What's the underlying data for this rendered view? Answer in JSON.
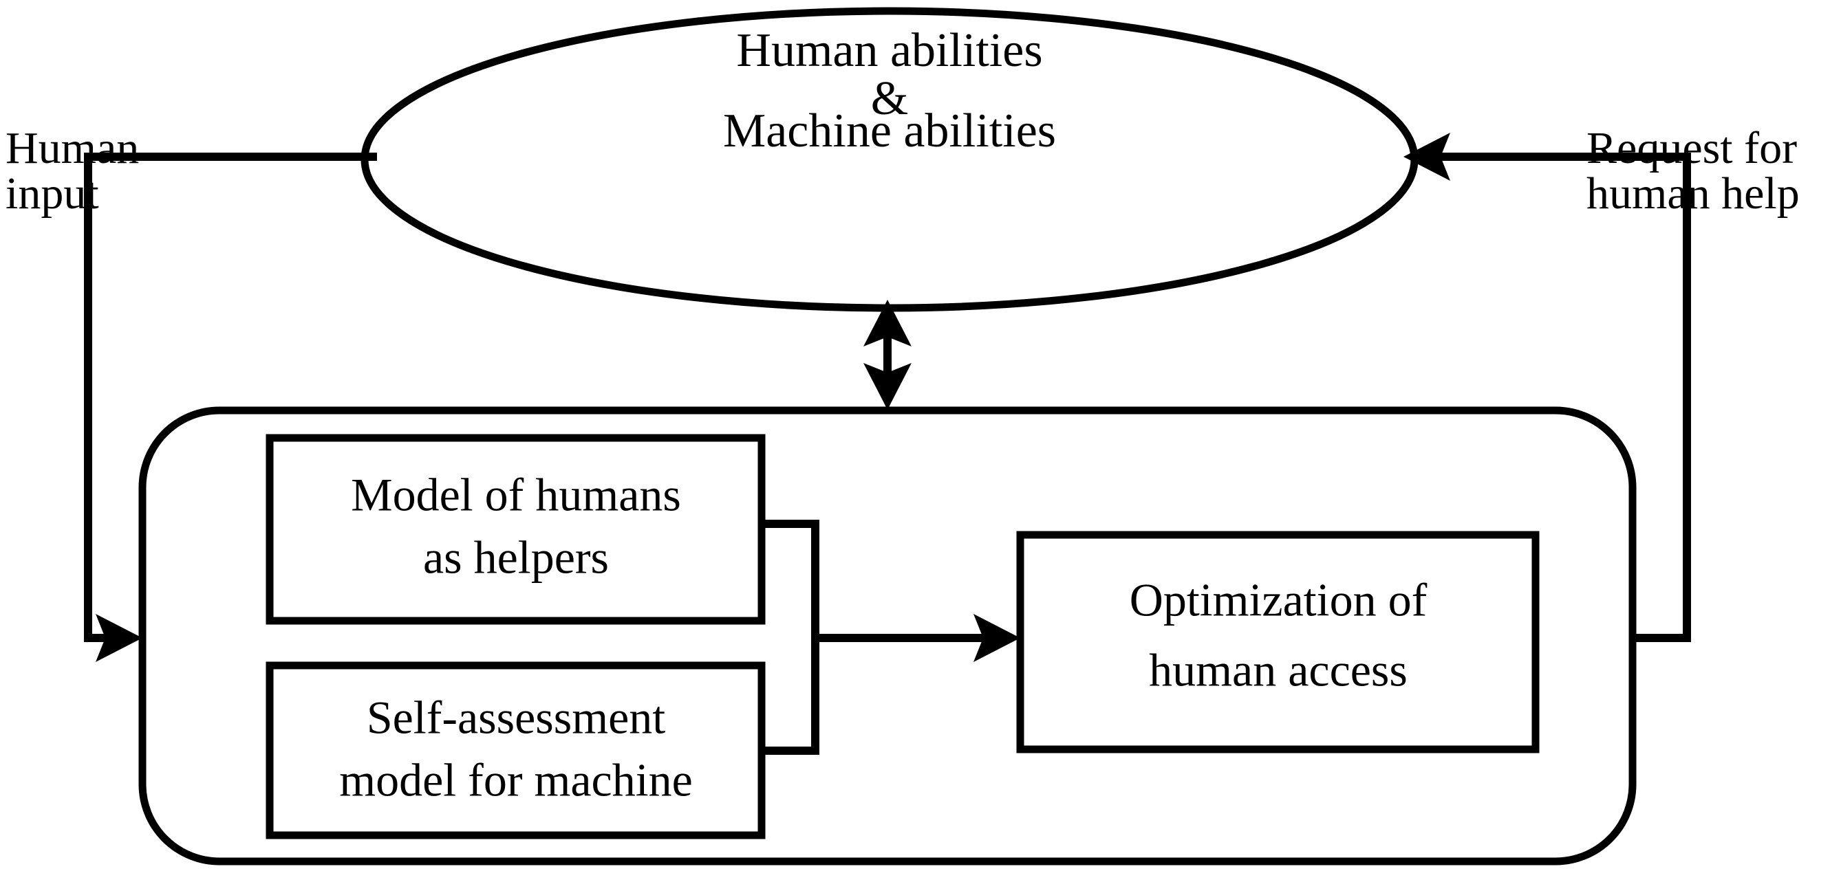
{
  "diagram": {
    "title": "Human abilities and machine abilities collaboration loop",
    "stroke_color": "#000000",
    "background_color": "#ffffff",
    "nodes": {
      "abilities_ellipse": {
        "shape": "ellipse",
        "line1": "Human abilities",
        "line2": "&",
        "line3": "Machine abilities"
      },
      "machine_container": {
        "shape": "rounded-rectangle",
        "label": ""
      },
      "model_of_humans": {
        "shape": "rectangle",
        "line1": "Model of humans",
        "line2": "as helpers"
      },
      "self_assessment": {
        "shape": "rectangle",
        "line1": "Self-assessment",
        "line2": "model for machine"
      },
      "optimization": {
        "shape": "rectangle",
        "line1": "Optimization of",
        "line2": "human access"
      }
    },
    "edges": {
      "human_input": {
        "line1": "Human",
        "line2": "input",
        "from": "abilities_ellipse",
        "to": "machine_container",
        "arrow": "single"
      },
      "request_for_human_help": {
        "line1": "Request for",
        "line2": "human help",
        "from": "machine_container",
        "to": "abilities_ellipse",
        "arrow": "single"
      },
      "abilities_exchange": {
        "label": "",
        "from": "abilities_ellipse",
        "to": "machine_container",
        "arrow": "double"
      },
      "models_to_optimization": {
        "label": "",
        "from": "model_of_humans + self_assessment",
        "to": "optimization",
        "arrow": "single"
      }
    }
  }
}
